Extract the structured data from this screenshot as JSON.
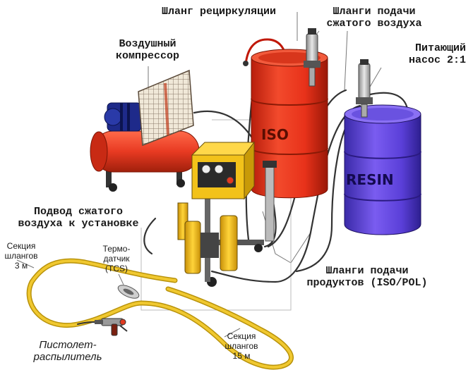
{
  "labels": {
    "recirc_hose": "Шланг рециркуляции",
    "air_hoses": [
      "Шланги подачи",
      "сжатого воздуха"
    ],
    "feed_pump": [
      "Питающий",
      "насос 2:1"
    ],
    "compressor": [
      "Воздушный",
      "компрессор"
    ],
    "air_supply": [
      "Подвод сжатого",
      "воздуха к установке"
    ],
    "hose_section_3": [
      "Секция",
      "шлангов",
      "3 м"
    ],
    "thermo_sensor": [
      "Термо-",
      "датчик",
      "(TCS)"
    ],
    "product_hoses": [
      "Шланги подачи",
      "продуктов (ISO/POL)"
    ],
    "hose_section_15": [
      "Секция",
      "шлангов",
      "15 м"
    ],
    "spray_gun": [
      "Пистолет-",
      "распылитель"
    ]
  },
  "drum_marks": {
    "red": "ISO",
    "blue": "RESIN"
  },
  "colors": {
    "red_drum": "#e8321a",
    "blue_drum": "#5a3fd8",
    "compressor_tank": "#e83a22",
    "unit_yellow": "#f2c21a",
    "hose_yellow": "#f0c830",
    "callout_line": "#777777",
    "dark_hose": "#333333"
  },
  "icons": [
    "compressor-motor-icon",
    "air-filter-grille-icon",
    "spray-gun-icon",
    "pressure-gauge-icon"
  ]
}
